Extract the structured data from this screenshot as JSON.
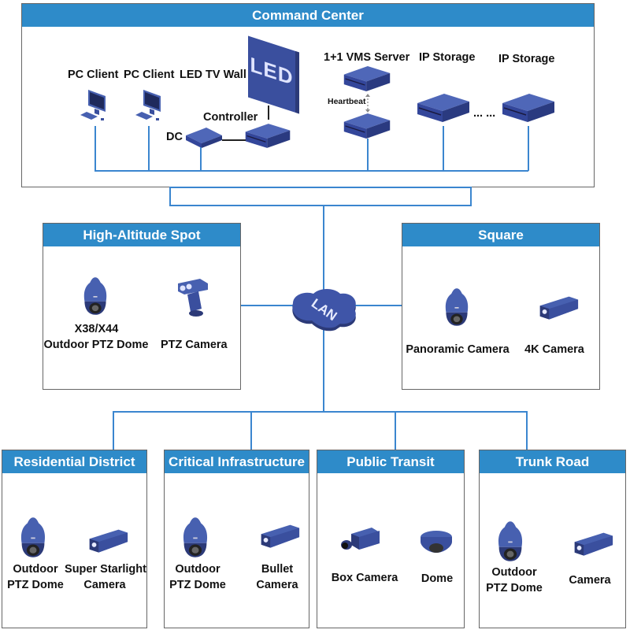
{
  "diagram": {
    "network_label": "LAN",
    "command_center": {
      "title": "Command Center",
      "devices": {
        "pc_client_1": "PC Client",
        "pc_client_2": "PC Client",
        "led_tv_wall": "LED TV Wall",
        "led_text": "LED",
        "controller": "Controller",
        "dc": "DC",
        "vms_server": "1+1 VMS Server",
        "heartbeat": "Heartbeat",
        "ip_storage_1": "IP Storage",
        "ip_storage_2": "IP Storage",
        "ellipsis": "... ..."
      }
    },
    "high_altitude": {
      "title": "High-Altitude Spot",
      "devices": [
        {
          "line1": "X38/X44",
          "line2": "Outdoor PTZ Dome"
        },
        {
          "line1": "PTZ Camera"
        }
      ]
    },
    "square": {
      "title": "Square",
      "devices": [
        {
          "line1": "Panoramic Camera"
        },
        {
          "line1": "4K Camera"
        }
      ]
    },
    "residential": {
      "title": "Residential District",
      "devices": [
        {
          "line1": "Outdoor",
          "line2": "PTZ Dome"
        },
        {
          "line1": "Super Starlight",
          "line2": "Camera"
        }
      ]
    },
    "critical": {
      "title": "Critical Infrastructure",
      "devices": [
        {
          "line1": "Outdoor",
          "line2": "PTZ Dome"
        },
        {
          "line1": "Bullet",
          "line2": "Camera"
        }
      ]
    },
    "transit": {
      "title": "Public Transit",
      "devices": [
        {
          "line1": "Box Camera"
        },
        {
          "line1": "Dome"
        }
      ]
    },
    "trunk": {
      "title": "Trunk Road",
      "devices": [
        {
          "line1": "Outdoor",
          "line2": "PTZ Dome"
        },
        {
          "line1": "Camera"
        }
      ]
    },
    "colors": {
      "header": "#2e8bc9",
      "link": "#3b86cf",
      "device": "#3a4f9e"
    }
  }
}
